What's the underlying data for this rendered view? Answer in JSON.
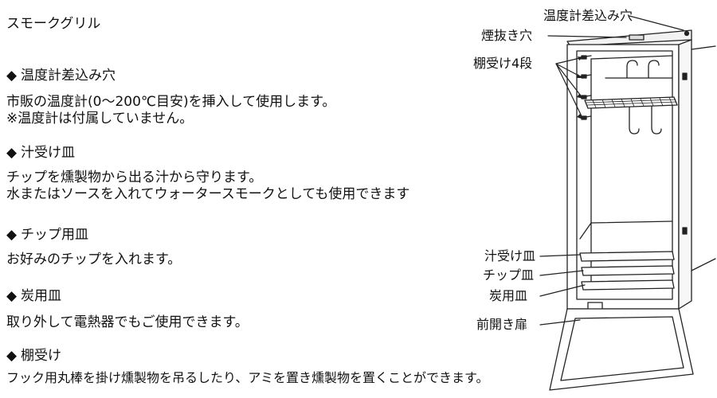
{
  "title": "スモークグリル",
  "sections": [
    {
      "bullet": "◆",
      "heading": "温度計差込み穴",
      "lines": [
        "市販の温度計(0～200℃目安)を挿入して使用します。",
        "※温度計は付属していません。"
      ]
    },
    {
      "bullet": "◆",
      "heading": "汁受け皿",
      "lines": [
        "チップを燻製物から出る汁から守ります。",
        "水またはソースを入れてウォータースモークとしても使用できます"
      ]
    },
    {
      "bullet": "◆",
      "heading": "チップ用皿",
      "lines": [
        "お好みのチップを入れます。"
      ]
    },
    {
      "bullet": "◆",
      "heading": "炭用皿",
      "lines": [
        "取り外して電熱器でもご使用できます。"
      ]
    },
    {
      "bullet": "◆",
      "heading": "棚受け",
      "lines": [
        "フック用丸棒を掛け燻製物を吊るしたり、アミを置き燻製物を置くことができます。"
      ]
    }
  ],
  "callouts": {
    "thermometer_hole": "温度計差込み穴",
    "smoke_vent": "煙抜き穴",
    "shelf_supports": "棚受け4段",
    "drip_tray": "汁受け皿",
    "chip_tray": "チップ皿",
    "charcoal_tray": "炭用皿",
    "front_door": "前開き扉"
  }
}
